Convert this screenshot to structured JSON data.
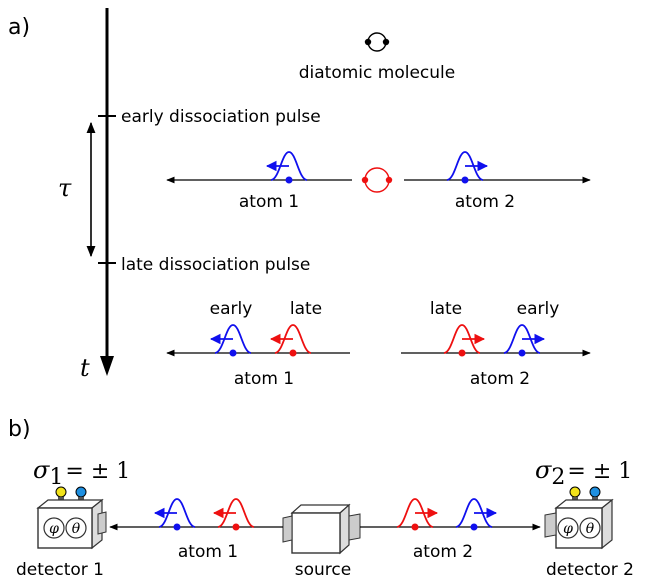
{
  "panel_a": {
    "label": "a)",
    "molecule_label": "diatomic molecule",
    "early_pulse_label": "early dissociation pulse",
    "late_pulse_label": "late dissociation pulse",
    "tau_symbol": "τ",
    "time_symbol": "t",
    "upper_row": {
      "atom1_label": "atom 1",
      "atom2_label": "atom 2"
    },
    "lower_row": {
      "atom1_label": "atom 1",
      "atom2_label": "atom 2",
      "left_early_label": "early",
      "left_late_label": "late",
      "right_late_label": "late",
      "right_early_label": "early"
    }
  },
  "panel_b": {
    "label": "b)",
    "sigma1": {
      "symbol": "σ",
      "subscript": "1",
      "rest": "= ± 1"
    },
    "sigma2": {
      "symbol": "σ",
      "subscript": "2",
      "rest": "= ± 1"
    },
    "detector1_label": "detector 1",
    "detector2_label": "detector 2",
    "source_label": "source",
    "atom1_label": "atom 1",
    "atom2_label": "atom 2",
    "phi_symbol": "φ",
    "theta_symbol": "θ"
  },
  "colors": {
    "early": "#1010ee",
    "late": "#ee1010",
    "ink": "#000000",
    "bulb_yellow": "#f2e21a",
    "bulb_blue": "#1e8fe0"
  }
}
